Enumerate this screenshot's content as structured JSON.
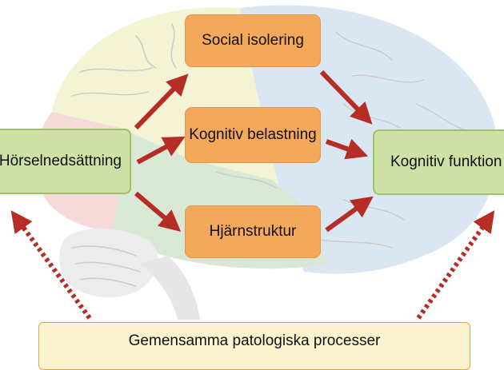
{
  "diagram": {
    "left_box": "Hörselnedsättning",
    "right_box": "Kognitiv funktion",
    "mediators": [
      "Social isolering",
      "Kognitiv belastning",
      "Hjärnstruktur"
    ],
    "bottom_box": "Gemensamma patologiska processer"
  },
  "colors": {
    "mediator_fill": "#f4a85c",
    "endpoint_fill": "#cfe1a7",
    "bottom_fill": "#fbf3cf",
    "arrow": "#b52d25"
  },
  "background_image": "brain-illustration"
}
